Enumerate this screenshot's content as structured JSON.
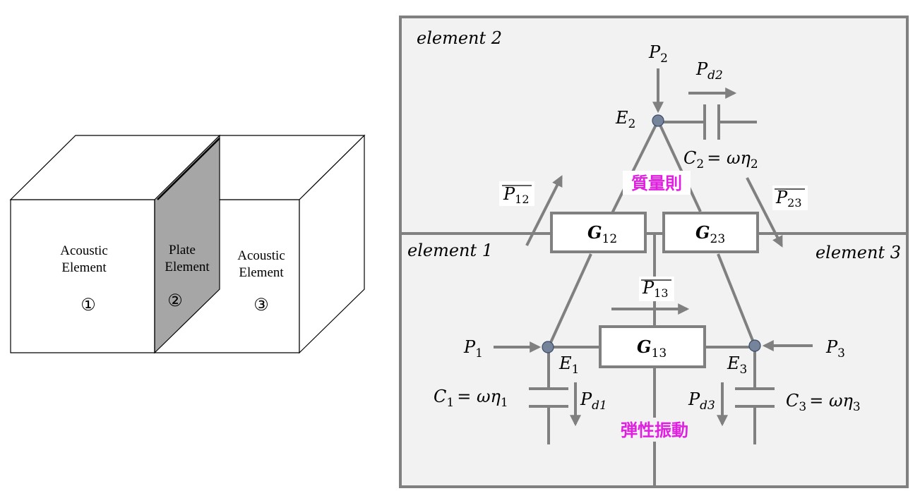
{
  "box": {
    "acoustic1": [
      "Acoustic",
      "Element"
    ],
    "plate": [
      "Plate",
      "Element"
    ],
    "acoustic3": [
      "Acoustic",
      "Element"
    ],
    "markers": [
      "①",
      "②",
      "③"
    ]
  },
  "network": {
    "regions": [
      "element 2",
      "element 1",
      "element 3"
    ],
    "couplings": [
      {
        "sym": "G",
        "sub": "12"
      },
      {
        "sym": "G",
        "sub": "23"
      },
      {
        "sym": "G",
        "sub": "13"
      }
    ],
    "powers_in": [
      {
        "sym": "P",
        "sub": "2"
      },
      {
        "sym": "P",
        "sub": "1"
      },
      {
        "sym": "P",
        "sub": "3"
      }
    ],
    "powers_diss": [
      {
        "sym": "P",
        "sub": "d2"
      },
      {
        "sym": "P",
        "sub": "d1"
      },
      {
        "sym": "P",
        "sub": "d3"
      }
    ],
    "energies": [
      {
        "sym": "E",
        "sub": "2"
      },
      {
        "sym": "E",
        "sub": "1"
      },
      {
        "sym": "E",
        "sub": "3"
      }
    ],
    "flows": [
      {
        "sym": "P",
        "sub": "12"
      },
      {
        "sym": "P",
        "sub": "23"
      },
      {
        "sym": "P",
        "sub": "13"
      }
    ],
    "capacitors": [
      {
        "c": "C",
        "cs": "2",
        "rhs": "= ωη",
        "rs": "2"
      },
      {
        "c": "C",
        "cs": "1",
        "rhs": "= ωη",
        "rs": "1"
      },
      {
        "c": "C",
        "cs": "3",
        "rhs": "= ωη",
        "rs": "3"
      }
    ],
    "annotations": {
      "mass_law": "質量則",
      "elastic_vibration": "弾性振動"
    }
  },
  "colors": {
    "line": "#808080",
    "panel": "#f2f2f2",
    "plate": "#a6a6a6",
    "node": "#75849a",
    "highlight": "#e020e0"
  }
}
